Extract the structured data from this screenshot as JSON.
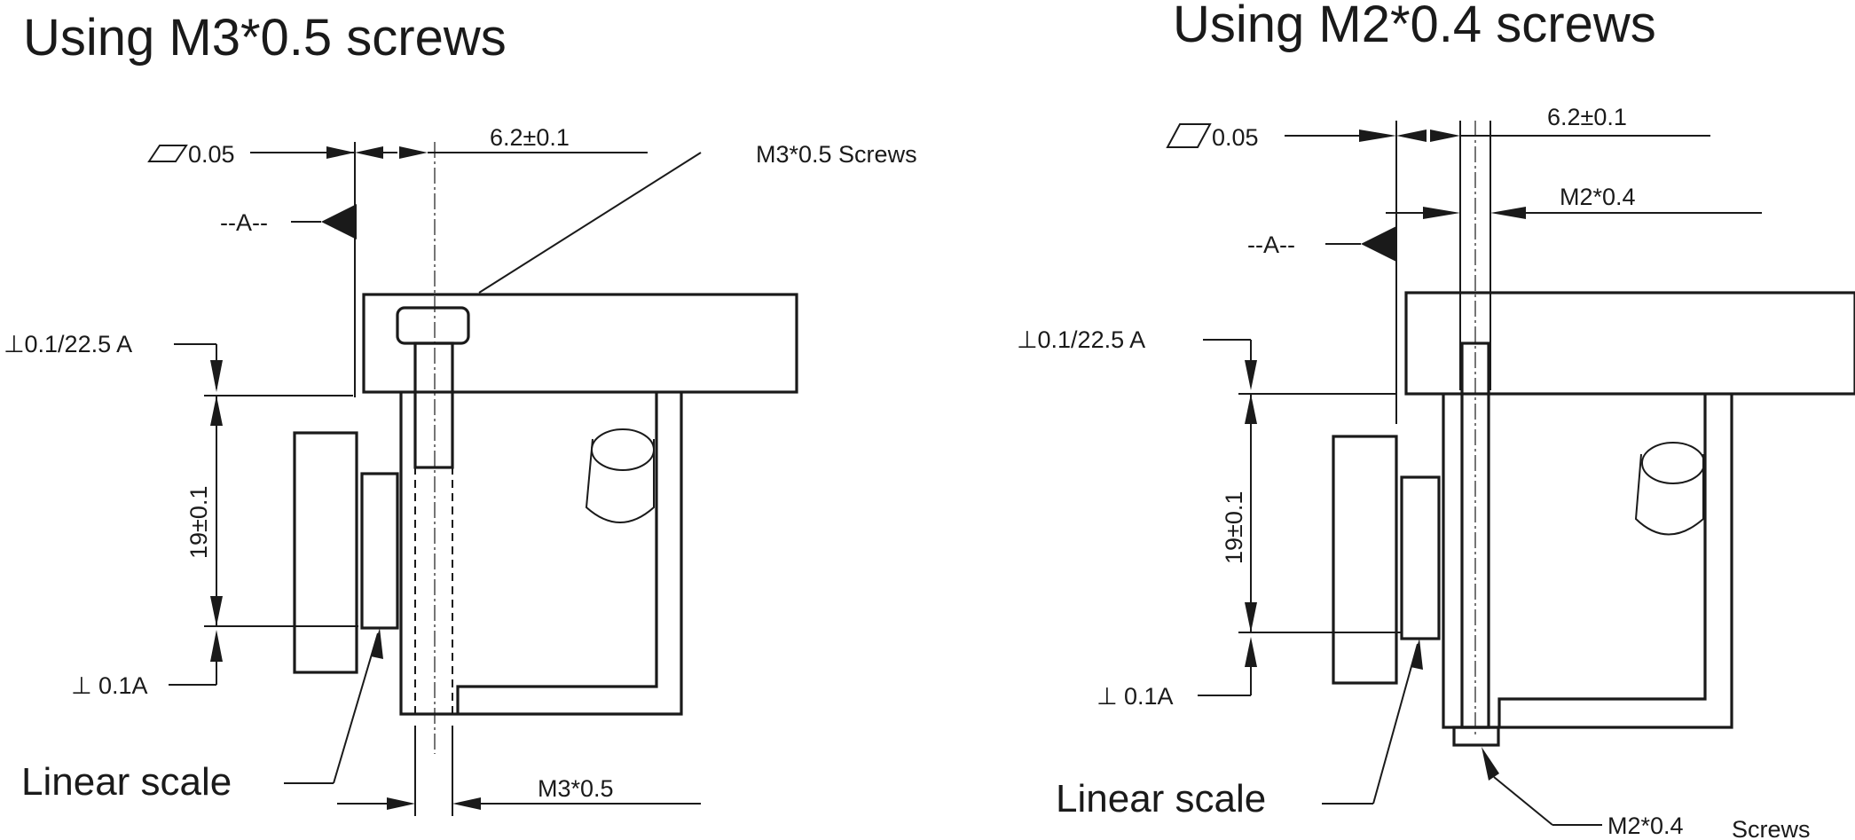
{
  "left": {
    "title": "Using M3*0.5 screws",
    "flatness": "0.05",
    "datum": "--A--",
    "dim_width": "6.2±0.1",
    "screw_callout": "M3*0.5 Screws",
    "perp_top": "⊥0.1/22.5 A",
    "dim_height": "19±0.1",
    "perp_bottom": "⊥ 0.1A",
    "scale_label": "Linear scale",
    "thread_dim": "M3*0.5"
  },
  "right": {
    "title": "Using M2*0.4 screws",
    "flatness": "0.05",
    "dim_width": "6.2±0.1",
    "thread_dim": "M2*0.4",
    "datum": "--A--",
    "perp_top": "⊥0.1/22.5 A",
    "dim_height": "19±0.1",
    "perp_bottom": "⊥ 0.1A",
    "scale_label": "Linear scale",
    "screw_callout": "M2*0.4",
    "screw_callout_suffix": "Screws"
  }
}
